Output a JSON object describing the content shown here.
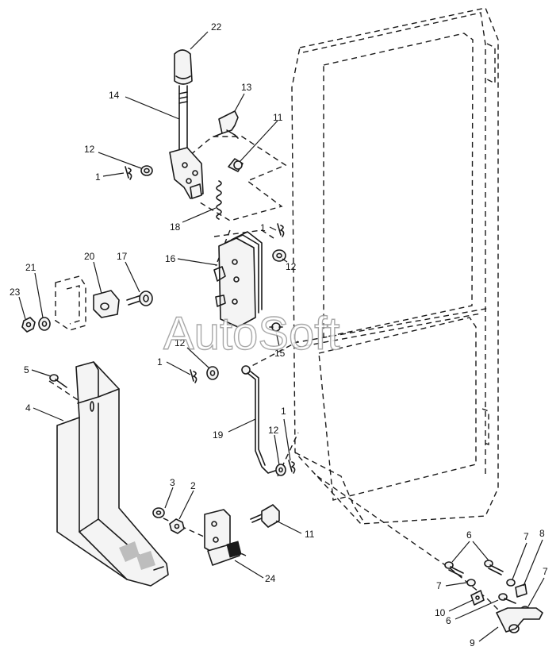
{
  "diagram": {
    "callouts": {
      "c22": "22",
      "c14": "14",
      "c13": "13",
      "c11a": "11",
      "c12a": "12",
      "c1a": "1",
      "c18": "18",
      "c1b": "1",
      "c16": "16",
      "c12b": "12",
      "c20": "20",
      "c17": "17",
      "c21": "21",
      "c23": "23",
      "c15": "15",
      "c12c": "12",
      "c1c": "1",
      "c5": "5",
      "c4": "4",
      "c19": "19",
      "c1d": "1",
      "c12d": "12",
      "c3": "3",
      "c2": "2",
      "c11b": "11",
      "c24": "24",
      "c6a": "6",
      "c7a": "7",
      "c8": "8",
      "c7b": "7",
      "c7c": "7",
      "c10": "10",
      "c6b": "6",
      "c9": "9"
    },
    "watermark": "AutoSoft"
  }
}
